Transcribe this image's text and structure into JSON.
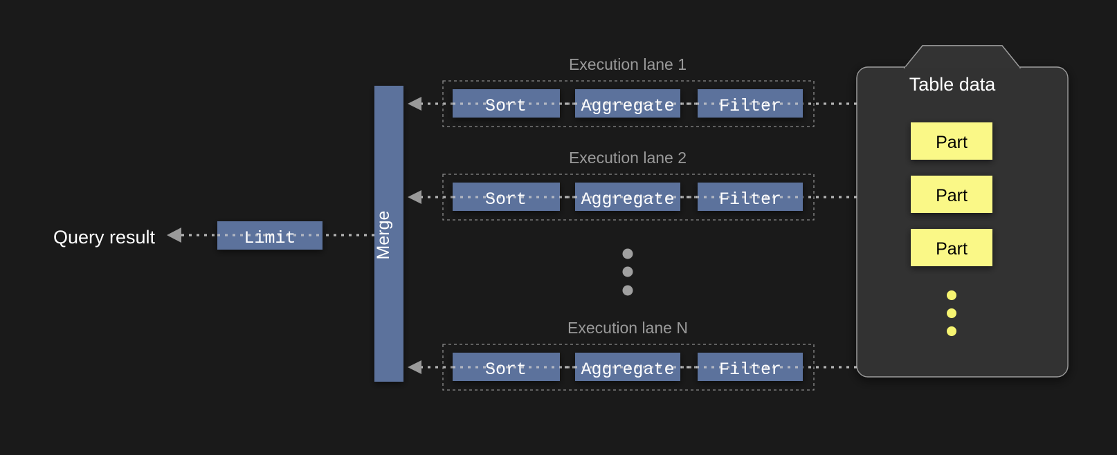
{
  "background_color": "#1a1a1a",
  "colors": {
    "op_box_fill": "#5b729c",
    "op_box_text": "#ffffff",
    "lane_label": "#9a9a9a",
    "lane_border": "#8c8c8c",
    "connector": "#b4b4b4",
    "arrowhead": "#9a9a9a",
    "table_panel_fill": "#333333",
    "table_panel_border": "#9c9c9c",
    "part_fill": "#faf887",
    "part_text": "#000000",
    "part_ellipsis": "#f6f471",
    "lane_ellipsis": "#a0a0a0",
    "query_result_text": "#ffffff",
    "table_data_text": "#ffffff"
  },
  "output": {
    "query_result_label": "Query result",
    "limit_label": "Limit"
  },
  "merge": {
    "label": "Merge"
  },
  "lanes": [
    {
      "label": "Execution lane 1",
      "stages": [
        "Sort",
        "Aggregate",
        "Filter"
      ]
    },
    {
      "label": "Execution lane 2",
      "stages": [
        "Sort",
        "Aggregate",
        "Filter"
      ]
    },
    {
      "label": "Execution lane N",
      "stages": [
        "Sort",
        "Aggregate",
        "Filter"
      ]
    }
  ],
  "lane_ellipsis": {
    "dot_count": 3
  },
  "table_data": {
    "title": "Table data",
    "parts": [
      "Part",
      "Part",
      "Part"
    ],
    "ellipsis_dot_count": 3
  }
}
